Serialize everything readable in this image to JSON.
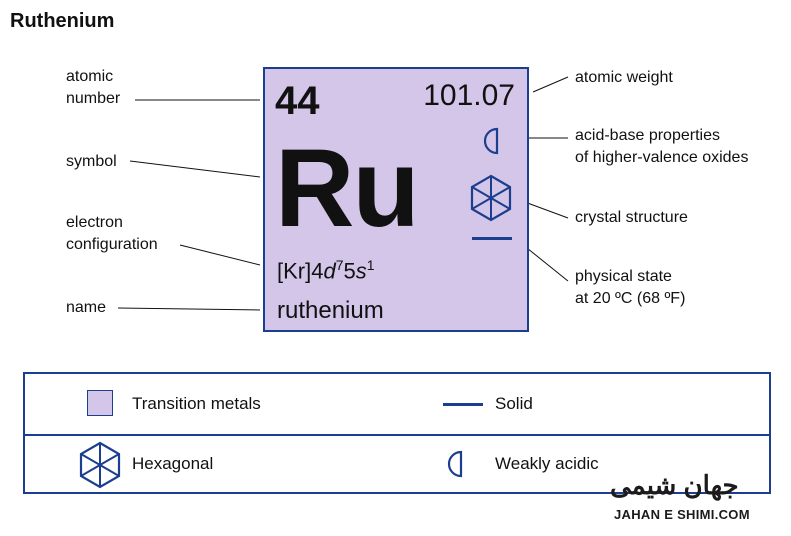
{
  "title": "Ruthenium",
  "element": {
    "atomic_number": "44",
    "atomic_weight": "101.07",
    "symbol": "Ru",
    "config_prefix": "[Kr]4",
    "config_d": "d",
    "config_d_exp": "7",
    "config_mid": "5",
    "config_s": "s",
    "config_s_exp": "1",
    "name": "ruthenium"
  },
  "labels": {
    "atomic_number_1": "atomic",
    "atomic_number_2": "number",
    "symbol": "symbol",
    "electron_config_1": "electron",
    "electron_config_2": "configuration",
    "name": "name",
    "atomic_weight": "atomic weight",
    "acid_base_1": "acid-base properties",
    "acid_base_2": "of higher-valence oxides",
    "crystal": "crystal structure",
    "state_1": "physical state",
    "state_2": "at 20 ºC (68 ºF)"
  },
  "legend": {
    "category": "Transition metals",
    "state": "Solid",
    "crystal": "Hexagonal",
    "acidity": "Weakly acidic"
  },
  "watermark": {
    "script": "جهان شیمی",
    "site": "JAHAN E SHIMI.COM"
  },
  "colors": {
    "card_fill": "#d3c6e8",
    "accent_blue": "#1c3e8e"
  },
  "icons": [
    "half-circle-icon",
    "hexagon-crystal-icon",
    "solid-bar-icon"
  ]
}
